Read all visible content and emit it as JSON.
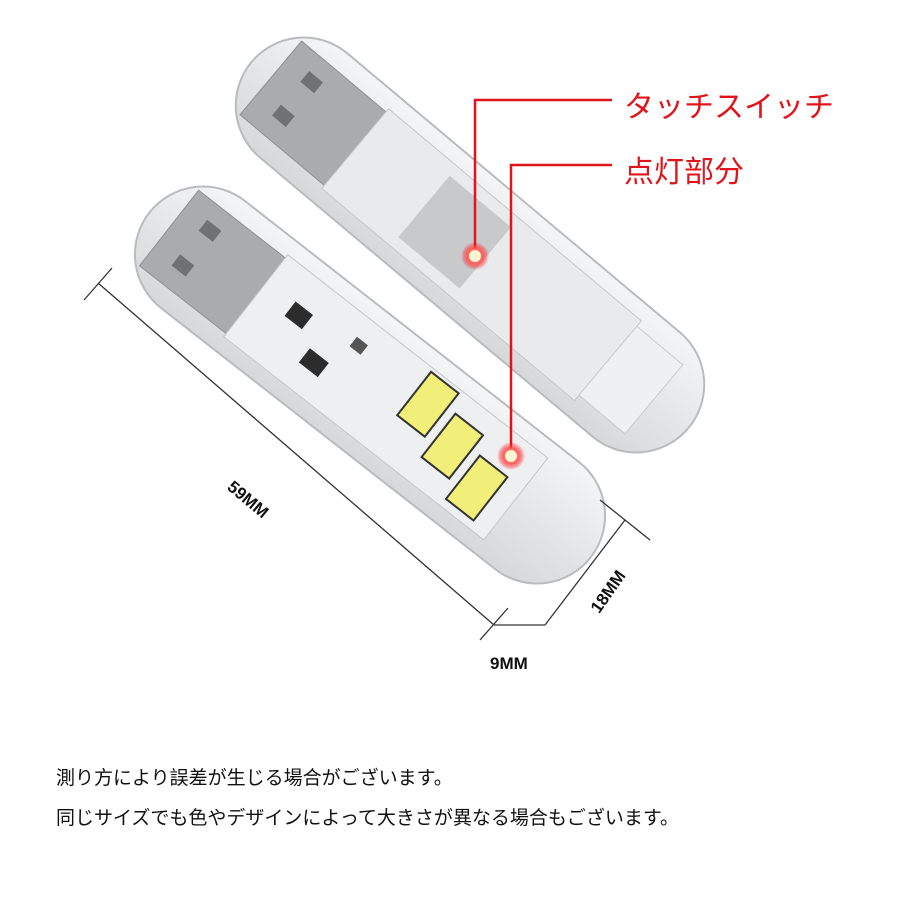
{
  "callouts": {
    "touch_switch": "タッチスイッチ",
    "light_part": "点灯部分"
  },
  "dimensions": {
    "length": "59MM",
    "width": "18MM",
    "thickness": "9MM"
  },
  "notes": [
    "測り方により誤差が生じる場合がございます。",
    "同じサイズでも色やデザインによって大きさが異なる場合もございます。"
  ],
  "colors": {
    "callout": "#e0141b",
    "led": "#f2ee7a"
  }
}
